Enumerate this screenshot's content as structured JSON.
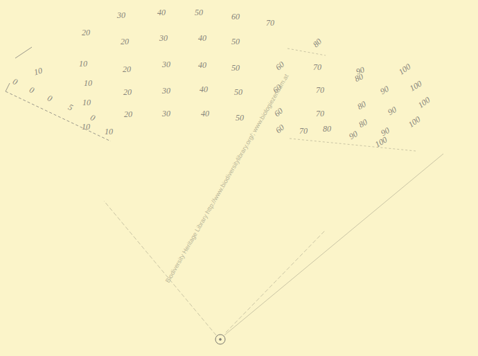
{
  "diagram": {
    "labels": [
      "10",
      "20",
      "30",
      "40",
      "50",
      "60",
      "70",
      "80",
      "90",
      "100",
      "10",
      "20",
      "30",
      "40",
      "50",
      "60",
      "70",
      "80",
      "90",
      "100",
      "10",
      "20",
      "30",
      "40",
      "50",
      "60",
      "70",
      "80",
      "90",
      "100",
      "10",
      "20",
      "30",
      "40",
      "50",
      "60",
      "70",
      "80",
      "90",
      "100",
      "10",
      "20",
      "30",
      "40",
      "50",
      "60",
      "70",
      "80",
      "90",
      "100",
      "10",
      "0",
      "0",
      "0",
      "5",
      "0",
      "Biodiversity Heritage Library http://www.biodiversitylibrary.org/; www.biologiezentrum.at"
    ]
  }
}
